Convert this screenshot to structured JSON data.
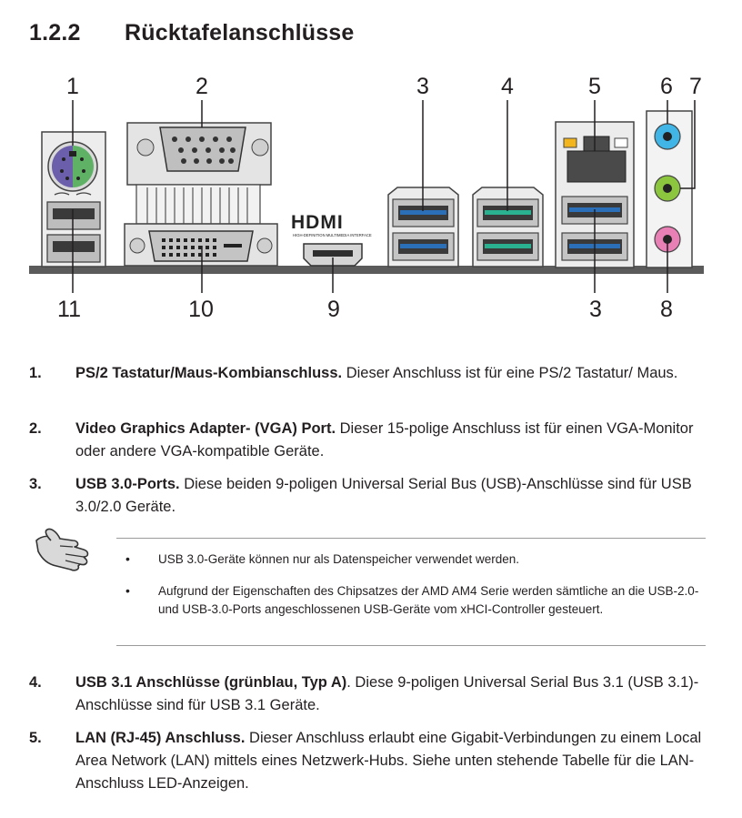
{
  "section": {
    "number": "1.2.2",
    "title": "Rücktafelanschlüsse"
  },
  "diagram": {
    "callouts_top": [
      "1",
      "2",
      "3",
      "4",
      "5",
      "6",
      "7"
    ],
    "callouts_bottom": [
      "11",
      "10",
      "9",
      "3",
      "8"
    ],
    "hdmi_logo": "HDMI",
    "hdmi_tagline": "HIGH-DEFINITION MULTIMEDIA INTERFACE",
    "colors": {
      "ps2_keyboard": "#6b5fab",
      "ps2_mouse": "#5fb265",
      "usb30": "#2a6fb7",
      "usb31": "#2ab18f",
      "audio_line_in": "#41b6e6",
      "audio_line_out": "#8cc63f",
      "audio_mic": "#e87fb5",
      "led_left": "#f2b51d"
    }
  },
  "items": [
    {
      "number": "1.",
      "head": "PS/2 Tastatur/Maus-Kombianschluss.",
      "text": " Dieser Anschluss ist für eine PS/2 Tastatur/ Maus."
    },
    {
      "number": "2.",
      "head": "Video Graphics Adapter- (VGA) Port.",
      "text": " Dieser 15-polige Anschluss ist für einen VGA-Monitor oder andere VGA-kompatible Geräte."
    },
    {
      "number": "3.",
      "head": "USB 3.0-Ports.",
      "text": " Diese beiden 9-poligen Universal Serial Bus (USB)-Anschlüsse sind für USB 3.0/2.0 Geräte."
    },
    {
      "number": "4.",
      "head": "USB 3.1 Anschlüsse (grünblau, Typ A)",
      "text": ". Diese 9-poligen Universal Serial Bus 3.1 (USB 3.1)-Anschlüsse sind für USB 3.1 Geräte."
    },
    {
      "number": "5.",
      "head": "LAN (RJ-45) Anschluss.",
      "text": " Dieser Anschluss erlaubt eine Gigabit-Verbindungen zu einem Local Area Network (LAN) mittels eines Netzwerk-Hubs. Siehe unten stehende Tabelle für die LAN-Anschluss LED-Anzeigen."
    }
  ],
  "note": {
    "bullets": [
      "USB 3.0-Geräte können nur als Datenspeicher verwendet werden.",
      "Aufgrund der Eigenschaften des Chipsatzes der AMD AM4 Serie werden sämtliche an die USB-2.0- und USB-3.0-Ports angeschlossenen USB-Geräte vom xHCI-Controller gesteuert."
    ]
  }
}
